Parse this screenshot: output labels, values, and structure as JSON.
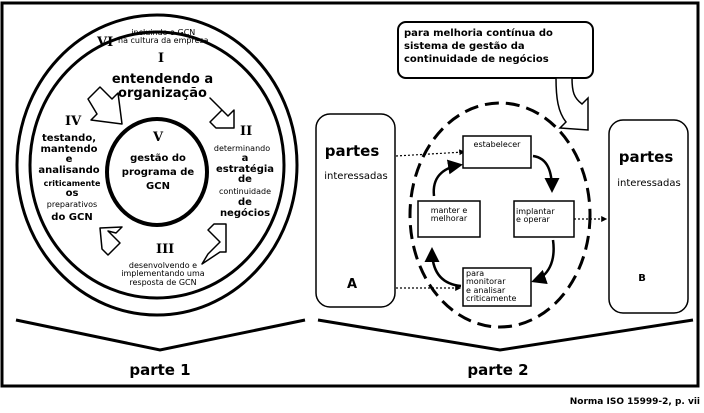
{
  "part1": {
    "center_numeral": "V",
    "center_label": "gestão do\nprograma de\nGCN",
    "phase_vi_numeral": "VI",
    "phase_vi_label": "incluindo a GCN\nna cultura da empresa",
    "phase_i_numeral": "I",
    "phase_i_label": "entendendo a\norganização",
    "phase_ii_numeral": "II",
    "phase_ii_label_a": "determinando",
    "phase_ii_label_b": "a\nestratégia\nde",
    "phase_ii_label_c": "continuidade",
    "phase_ii_label_d": "de\nnegócios",
    "phase_iii_numeral": "III",
    "phase_iii_label": "desenvolvendo e\nimplementando uma\nresposta de GCN",
    "phase_iv_numeral": "IV",
    "phase_iv_label_a": "testando,\nmantendo\ne\nanalisando",
    "phase_iv_label_b": "criticamente",
    "phase_iv_label_c": "os",
    "phase_iv_label_d": "preparativos",
    "phase_iv_label_e": "do GCN",
    "caption": "parte 1"
  },
  "part2": {
    "callout": "para melhoria contínua do\nsistema de gestão da\ncontinuidade de negócios",
    "left_title": "partes",
    "left_sub": "interessadas",
    "left_letter": "A",
    "right_title": "partes",
    "right_sub": "interessadas",
    "right_letter": "B",
    "cycle": {
      "establish": "estabelecer",
      "implement": "implantar\ne operar",
      "monitor": "para\nmonitorar\ne analisar\ncriticamente",
      "maintain": "manter e\nmelhorar"
    },
    "caption": "parte 2"
  },
  "source": "Norma ISO 15999-2, p. vii"
}
